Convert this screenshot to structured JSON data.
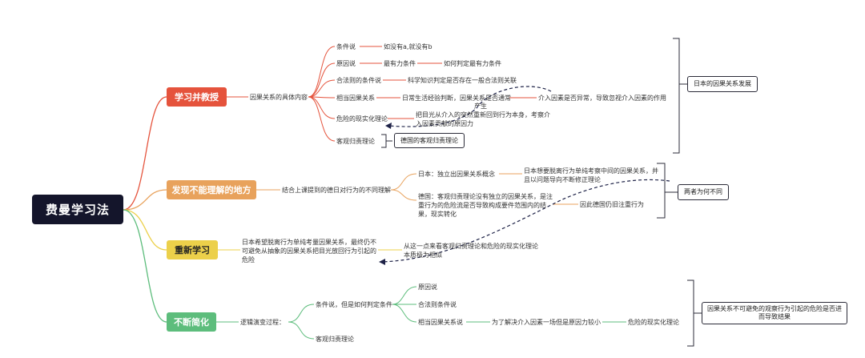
{
  "root": "费曼学习法",
  "branches": {
    "b1": {
      "title": "学习并教授",
      "color": "#e5533c",
      "child": "因果关系的具体内容",
      "items": {
        "i1": {
          "label": "条件说",
          "detail": "如没有a,就没有b"
        },
        "i2": {
          "label": "原因说",
          "detail": "最有力条件",
          "detail2": "如何判定最有力条件"
        },
        "i3": {
          "label": "合法则的条件说",
          "detail": "科学知识判定是否存在一般合法则关联"
        },
        "i4": {
          "label": "相当因果关系",
          "detail": "日常生活经验判断，因果关系是否通常",
          "extra": "介入因素是否异常，导致忽视介入因素的作用",
          "extra2": "产生"
        },
        "i5": {
          "label": "危险的现实化理论",
          "detail": "把目光从介入的突然重新回到行为本身，考察介入因素贡献的原因力"
        },
        "i6": {
          "label": "客观归责理论",
          "detail": "德国的客观归责理论"
        }
      },
      "summary": "日本的因果关系发展"
    },
    "b2": {
      "title": "发现不能理解的地方",
      "color": "#e8a25c",
      "child": "结合上课提到的德日对行为的不同理解",
      "japan": "日本：独立出因果关系概念",
      "japan_detail": "日本想要脱离行为单纯考察中间的因果关系，并且以问题导向不断修正理论",
      "germany": "德国：客观归责理论没有独立的因果关系，是注重行为的危险流是否导致构成要件范围内的结果，现实转化",
      "germany_detail": "因此德国仍旧注重行为",
      "summary": "两者为何不同"
    },
    "b3": {
      "title": "重新学习",
      "color": "#ecd04a",
      "child": "日本希望脱离行为单纯考量因果关系，最终仍不可避免从抽象的因果关系把目光放回行为引起的危险",
      "detail": "从这一点来看客观归责理论和危险的现实化理论本质极为相似"
    },
    "b4": {
      "title": "不断简化",
      "color": "#5dbd7c",
      "child": "逻辑演变过程：",
      "c1": "条件说，但是如何判定条件",
      "c2": "客观归责理论",
      "sub": {
        "s1": "原因说",
        "s2": "合法则条件说",
        "s3": "相当因果关系说"
      },
      "s3_detail": "为了解决介入因素一场但是原因力较小",
      "s3_result": "危险的现实化理论",
      "summary": "因果关系不可避免的观察行为引起的危险是否进而导致结果"
    }
  }
}
